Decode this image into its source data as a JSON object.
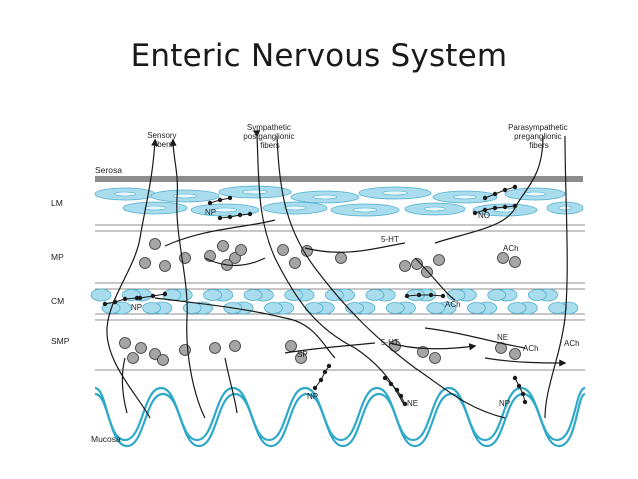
{
  "title": "Enteric Nervous System",
  "fibers": {
    "sensory": [
      "Sensory",
      "fibers"
    ],
    "sympathetic": [
      "Sympathetic",
      "postganglionic",
      "fibers"
    ],
    "parasympathetic": [
      "Parasympathetic",
      "preganglionic",
      "fibers"
    ]
  },
  "layers": {
    "serosa": "Serosa",
    "lm": "LM",
    "mp": "MP",
    "cm": "CM",
    "smp": "SMP",
    "mucosa": "Mucosa"
  },
  "transmitters": {
    "np_lm": "NP",
    "no": "NO",
    "ht_mp": "5-HT",
    "ach_mp": "ACh",
    "np_cm": "NP",
    "ach_cm": "ACh",
    "ht_smp": "5-HT",
    "ne_smp": "NE",
    "ach_smp1": "ACh",
    "ach_smp2": "ACh",
    "sp": "SP",
    "np_muc1": "NP",
    "ne_muc": "NE",
    "np_muc2": "NP"
  },
  "colors": {
    "muscle_fill": "#a9dced",
    "muscle_stroke": "#4fb0cf",
    "mucosa_wave": "#2fa9c9",
    "serosa_band": "#8c8c8c",
    "neuron_fill": "#a5a5a5",
    "line": "#1a1a1a"
  }
}
